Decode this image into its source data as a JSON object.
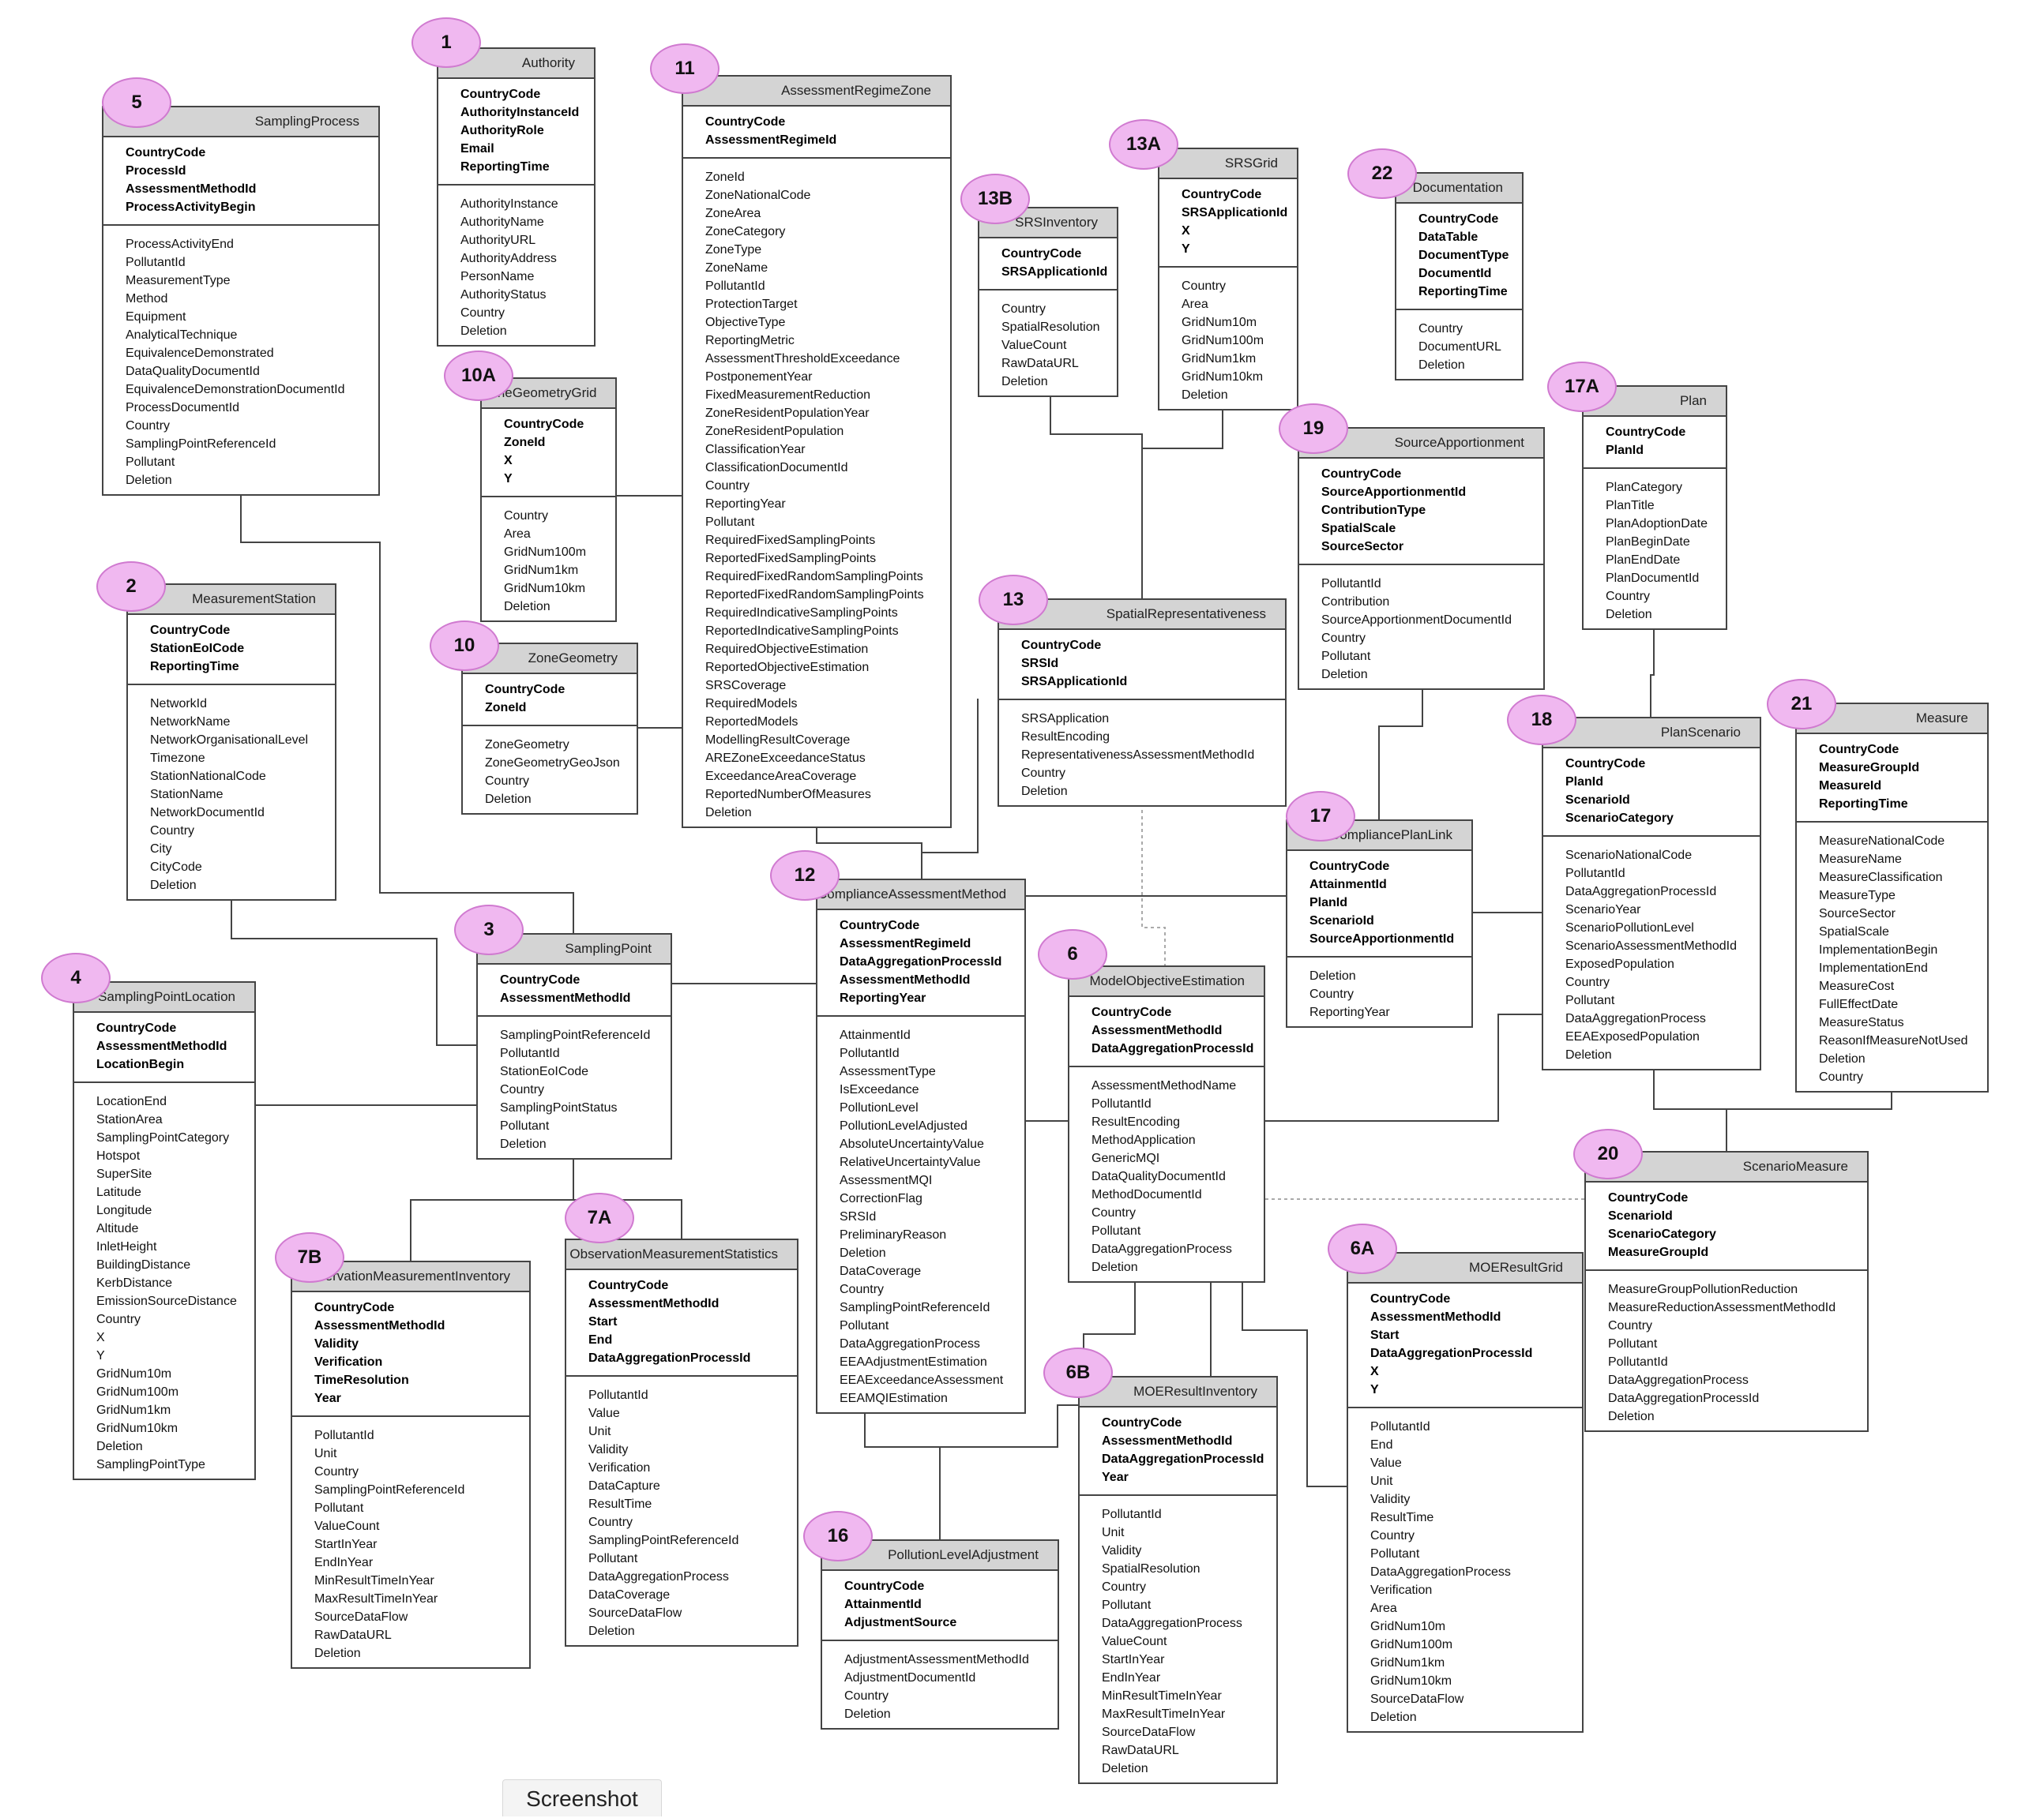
{
  "entities": {
    "e5": {
      "badge": "5",
      "title": "SamplingProcess",
      "keys": [
        "CountryCode",
        "ProcessId",
        "AssessmentMethodId",
        "ProcessActivityBegin"
      ],
      "attrs": [
        "ProcessActivityEnd",
        "PollutantId",
        "MeasurementType",
        "Method",
        "Equipment",
        "AnalyticalTechnique",
        "EquivalenceDemonstrated",
        "DataQualityDocumentId",
        "EquivalenceDemonstrationDocumentId",
        "ProcessDocumentId",
        "Country",
        "SamplingPointReferenceId",
        "Pollutant",
        "Deletion"
      ]
    },
    "e1": {
      "badge": "1",
      "title": "Authority",
      "keys": [
        "CountryCode",
        "AuthorityInstanceId",
        "AuthorityRole",
        "Email",
        "ReportingTime"
      ],
      "attrs": [
        "AuthorityInstance",
        "AuthorityName",
        "AuthorityURL",
        "AuthorityAddress",
        "PersonName",
        "AuthorityStatus",
        "Country",
        "Deletion"
      ]
    },
    "e11": {
      "badge": "11",
      "title": "AssessmentRegimeZone",
      "keys": [
        "CountryCode",
        "AssessmentRegimeId"
      ],
      "attrs": [
        "ZoneId",
        "ZoneNationalCode",
        "ZoneArea",
        "ZoneCategory",
        "ZoneType",
        "ZoneName",
        "PollutantId",
        "ProtectionTarget",
        "ObjectiveType",
        "ReportingMetric",
        "AssessmentThresholdExceedance",
        "PostponementYear",
        "FixedMeasurementReduction",
        "ZoneResidentPopulationYear",
        "ZoneResidentPopulation",
        "ClassificationYear",
        "ClassificationDocumentId",
        "Country",
        "ReportingYear",
        "Pollutant",
        "RequiredFixedSamplingPoints",
        "ReportedFixedSamplingPoints",
        "RequiredFixedRandomSamplingPoints",
        "ReportedFixedRandomSamplingPoints",
        "RequiredIndicativeSamplingPoints",
        "ReportedIndicativeSamplingPoints",
        "RequiredObjectiveEstimation",
        "ReportedObjectiveEstimation",
        "SRSCoverage",
        "RequiredModels",
        "ReportedModels",
        "ModellingResultCoverage",
        "AREZoneExceedanceStatus",
        "ExceedanceAreaCoverage",
        "ReportedNumberOfMeasures",
        "Deletion"
      ]
    },
    "e13B": {
      "badge": "13B",
      "title": "SRSInventory",
      "keys": [
        "CountryCode",
        "SRSApplicationId"
      ],
      "attrs": [
        "Country",
        "SpatialResolution",
        "ValueCount",
        "RawDataURL",
        "Deletion"
      ]
    },
    "e13A": {
      "badge": "13A",
      "title": "SRSGrid",
      "keys": [
        "CountryCode",
        "SRSApplicationId",
        "X",
        "Y"
      ],
      "attrs": [
        "Country",
        "Area",
        "GridNum10m",
        "GridNum100m",
        "GridNum1km",
        "GridNum10km",
        "Deletion"
      ]
    },
    "e22": {
      "badge": "22",
      "title": "Documentation",
      "keys": [
        "CountryCode",
        "DataTable",
        "DocumentType",
        "DocumentId",
        "ReportingTime"
      ],
      "attrs": [
        "Country",
        "DocumentURL",
        "Deletion"
      ]
    },
    "e10A": {
      "badge": "10A",
      "title": "ZoneGeometryGrid",
      "keys": [
        "CountryCode",
        "ZoneId",
        "X",
        "Y"
      ],
      "attrs": [
        "Country",
        "Area",
        "GridNum100m",
        "GridNum1km",
        "GridNum10km",
        "Deletion"
      ]
    },
    "e17A": {
      "badge": "17A",
      "title": "Plan",
      "keys": [
        "CountryCode",
        "PlanId"
      ],
      "attrs": [
        "PlanCategory",
        "PlanTitle",
        "PlanAdoptionDate",
        "PlanBeginDate",
        "PlanEndDate",
        "PlanDocumentId",
        "Country",
        "Deletion"
      ]
    },
    "e19": {
      "badge": "19",
      "title": "SourceApportionment",
      "keys": [
        "CountryCode",
        "SourceApportionmentId",
        "ContributionType",
        "SpatialScale",
        "SourceSector"
      ],
      "attrs": [
        "PollutantId",
        "Contribution",
        "SourceApportionmentDocumentId",
        "Country",
        "Pollutant",
        "Deletion"
      ]
    },
    "e2": {
      "badge": "2",
      "title": "MeasurementStation",
      "keys": [
        "CountryCode",
        "StationEoICode",
        "ReportingTime"
      ],
      "attrs": [
        "NetworkId",
        "NetworkName",
        "NetworkOrganisationalLevel",
        "Timezone",
        "StationNationalCode",
        "StationName",
        "NetworkDocumentId",
        "Country",
        "City",
        "CityCode",
        "Deletion"
      ]
    },
    "e13": {
      "badge": "13",
      "title": "SpatialRepresentativeness",
      "keys": [
        "CountryCode",
        "SRSId",
        "SRSApplicationId"
      ],
      "attrs": [
        "SRSApplication",
        "ResultEncoding",
        "RepresentativenessAssessmentMethodId",
        "Country",
        "Deletion"
      ]
    },
    "e10": {
      "badge": "10",
      "title": "ZoneGeometry",
      "keys": [
        "CountryCode",
        "ZoneId"
      ],
      "attrs": [
        "ZoneGeometry",
        "ZoneGeometryGeoJson",
        "Country",
        "Deletion"
      ]
    },
    "e18": {
      "badge": "18",
      "title": "PlanScenario",
      "keys": [
        "CountryCode",
        "PlanId",
        "ScenarioId",
        "ScenarioCategory"
      ],
      "attrs": [
        "ScenarioNationalCode",
        "PollutantId",
        "DataAggregationProcessId",
        "ScenarioYear",
        "ScenarioPollutionLevel",
        "ScenarioAssessmentMethodId",
        "ExposedPopulation",
        "Country",
        "Pollutant",
        "DataAggregationProcess",
        "EEAExposedPopulation",
        "Deletion"
      ]
    },
    "e21": {
      "badge": "21",
      "title": "Measure",
      "keys": [
        "CountryCode",
        "MeasureGroupId",
        "MeasureId",
        "ReportingTime"
      ],
      "attrs": [
        "MeasureNationalCode",
        "MeasureName",
        "MeasureClassification",
        "MeasureType",
        "SourceSector",
        "SpatialScale",
        "ImplementationBegin",
        "ImplementationEnd",
        "MeasureCost",
        "FullEffectDate",
        "MeasureStatus",
        "ReasonIfMeasureNotUsed",
        "Deletion",
        "Country"
      ]
    },
    "e17": {
      "badge": "17",
      "title": "CompliancePlanLink",
      "keys": [
        "CountryCode",
        "AttainmentId",
        "PlanId",
        "ScenarioId",
        "SourceApportionmentId"
      ],
      "attrs": [
        "Deletion",
        "Country",
        "ReportingYear"
      ]
    },
    "e12": {
      "badge": "12",
      "title": "ComplianceAssessmentMethod",
      "keys": [
        "CountryCode",
        "AssessmentRegimeId",
        "DataAggregationProcessId",
        "AssessmentMethodId",
        "ReportingYear"
      ],
      "attrs": [
        "AttainmentId",
        "PollutantId",
        "AssessmentType",
        "IsExceedance",
        "PollutionLevel",
        "PollutionLevelAdjusted",
        "AbsoluteUncertaintyValue",
        "RelativeUncertaintyValue",
        "AssessmentMQI",
        "CorrectionFlag",
        "SRSId",
        "PreliminaryReason",
        "Deletion",
        "DataCoverage",
        "Country",
        "SamplingPointReferenceId",
        "Pollutant",
        "DataAggregationProcess",
        "EEAAdjustmentEstimation",
        "EEAExceedanceAssessment",
        "EEAMQIEstimation"
      ]
    },
    "e3": {
      "badge": "3",
      "title": "SamplingPoint",
      "keys": [
        "CountryCode",
        "AssessmentMethodId"
      ],
      "attrs": [
        "SamplingPointReferenceId",
        "PollutantId",
        "StationEoICode",
        "Country",
        "SamplingPointStatus",
        "Pollutant",
        "Deletion"
      ]
    },
    "e4": {
      "badge": "4",
      "title": "SamplingPointLocation",
      "keys": [
        "CountryCode",
        "AssessmentMethodId",
        "LocationBegin"
      ],
      "attrs": [
        "LocationEnd",
        "StationArea",
        "SamplingPointCategory",
        "Hotspot",
        "SuperSite",
        "Latitude",
        "Longitude",
        "Altitude",
        "InletHeight",
        "BuildingDistance",
        "KerbDistance",
        "EmissionSourceDistance",
        "Country",
        "X",
        "Y",
        "GridNum10m",
        "GridNum100m",
        "GridNum1km",
        "GridNum10km",
        "Deletion",
        "SamplingPointType"
      ]
    },
    "e6": {
      "badge": "6",
      "title": "ModelObjectiveEstimation",
      "keys": [
        "CountryCode",
        "AssessmentMethodId",
        "DataAggregationProcessId"
      ],
      "attrs": [
        "AssessmentMethodName",
        "PollutantId",
        "ResultEncoding",
        "MethodApplication",
        "GenericMQI",
        "DataQualityDocumentId",
        "MethodDocumentId",
        "Country",
        "Pollutant",
        "DataAggregationProcess",
        "Deletion"
      ]
    },
    "e20": {
      "badge": "20",
      "title": "ScenarioMeasure",
      "keys": [
        "CountryCode",
        "ScenarioId",
        "ScenarioCategory",
        "MeasureGroupId"
      ],
      "attrs": [
        "MeasureGroupPollutionReduction",
        "MeasureReductionAssessmentMethodId",
        "Country",
        "Pollutant",
        "PollutantId",
        "DataAggregationProcess",
        "DataAggregationProcessId",
        "Deletion"
      ]
    },
    "e7B": {
      "badge": "7B",
      "title": "ObservationMeasurementInventory",
      "keys": [
        "CountryCode",
        "AssessmentMethodId",
        "Validity",
        "Verification",
        "TimeResolution",
        "Year"
      ],
      "attrs": [
        "PollutantId",
        "Unit",
        "Country",
        "SamplingPointReferenceId",
        "Pollutant",
        "ValueCount",
        "StartInYear",
        "EndInYear",
        "MinResultTimeInYear",
        "MaxResultTimeInYear",
        "SourceDataFlow",
        "RawDataURL",
        "Deletion"
      ]
    },
    "e7A": {
      "badge": "7A",
      "title": "ObservationMeasurementStatistics",
      "keys": [
        "CountryCode",
        "AssessmentMethodId",
        "Start",
        "End",
        "DataAggregationProcessId"
      ],
      "attrs": [
        "PollutantId",
        "Value",
        "Unit",
        "Validity",
        "Verification",
        "DataCapture",
        "ResultTime",
        "Country",
        "SamplingPointReferenceId",
        "Pollutant",
        "DataAggregationProcess",
        "DataCoverage",
        "SourceDataFlow",
        "Deletion"
      ]
    },
    "e6A": {
      "badge": "6A",
      "title": "MOEResultGrid",
      "keys": [
        "CountryCode",
        "AssessmentMethodId",
        "Start",
        "DataAggregationProcessId",
        "X",
        "Y"
      ],
      "attrs": [
        "PollutantId",
        "End",
        "Value",
        "Unit",
        "Validity",
        "ResultTime",
        "Country",
        "Pollutant",
        "DataAggregationProcess",
        "Verification",
        "Area",
        "GridNum10m",
        "GridNum100m",
        "GridNum1km",
        "GridNum10km",
        "SourceDataFlow",
        "Deletion"
      ]
    },
    "e6B": {
      "badge": "6B",
      "title": "MOEResultInventory",
      "keys": [
        "CountryCode",
        "AssessmentMethodId",
        "DataAggregationProcessId",
        "Year"
      ],
      "attrs": [
        "PollutantId",
        "Unit",
        "Validity",
        "SpatialResolution",
        "Country",
        "Pollutant",
        "DataAggregationProcess",
        "ValueCount",
        "StartInYear",
        "EndInYear",
        "MinResultTimeInYear",
        "MaxResultTimeInYear",
        "SourceDataFlow",
        "RawDataURL",
        "Deletion"
      ]
    },
    "e16": {
      "badge": "16",
      "title": "PollutionLevelAdjustment",
      "keys": [
        "CountryCode",
        "AttainmentId",
        "AdjustmentSource"
      ],
      "attrs": [
        "AdjustmentAssessmentMethodId",
        "AdjustmentDocumentId",
        "Country",
        "Deletion"
      ]
    }
  },
  "footer": {
    "tab_label": "Screenshot"
  }
}
